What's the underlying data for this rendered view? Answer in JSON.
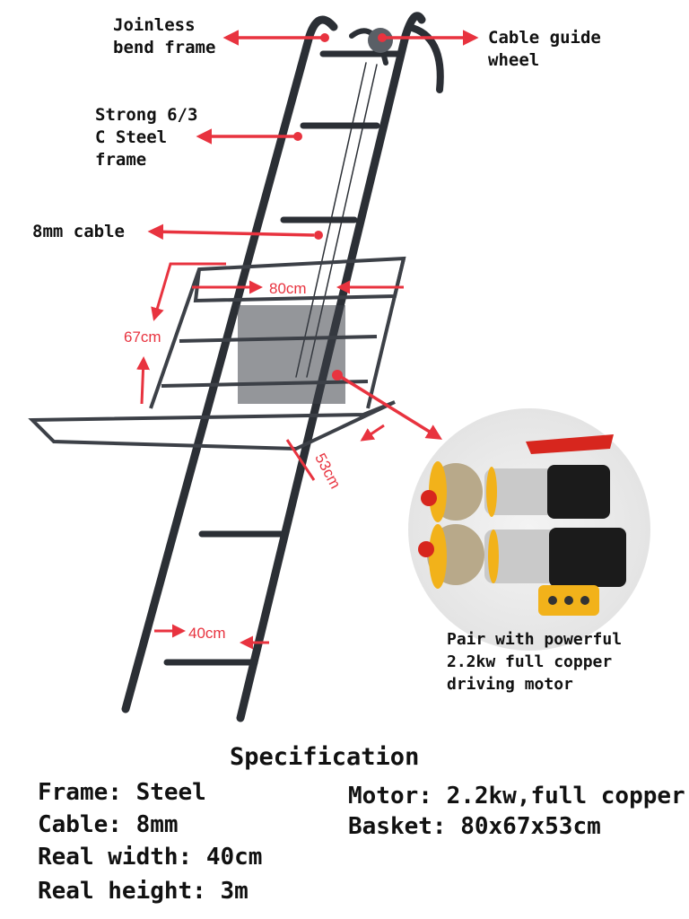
{
  "callouts": {
    "joinless": "Joinless\nbend frame",
    "cable_guide": "Cable guide\nwheel",
    "steel_frame": "Strong 6/3\nC Steel\nframe",
    "cable": "8mm cable",
    "motor": "Pair with powerful\n2.2kw full copper\ndriving motor"
  },
  "dimensions": {
    "width_basket": "80cm",
    "depth_basket": "67cm",
    "height_basket": "53cm",
    "frame_width": "40cm"
  },
  "specification": {
    "title": "Specification",
    "left": [
      "Frame: Steel",
      "Cable: 8mm",
      "Real width: 40cm",
      "Real height: 3m"
    ],
    "right": [
      "Motor: 2.2kw,full copper",
      "Basket: 80x67x53cm"
    ]
  },
  "colors": {
    "accent": "#e8333f",
    "frame": "#2b2f35",
    "motor_yellow": "#f2b21a",
    "motor_red": "#d7261e"
  }
}
